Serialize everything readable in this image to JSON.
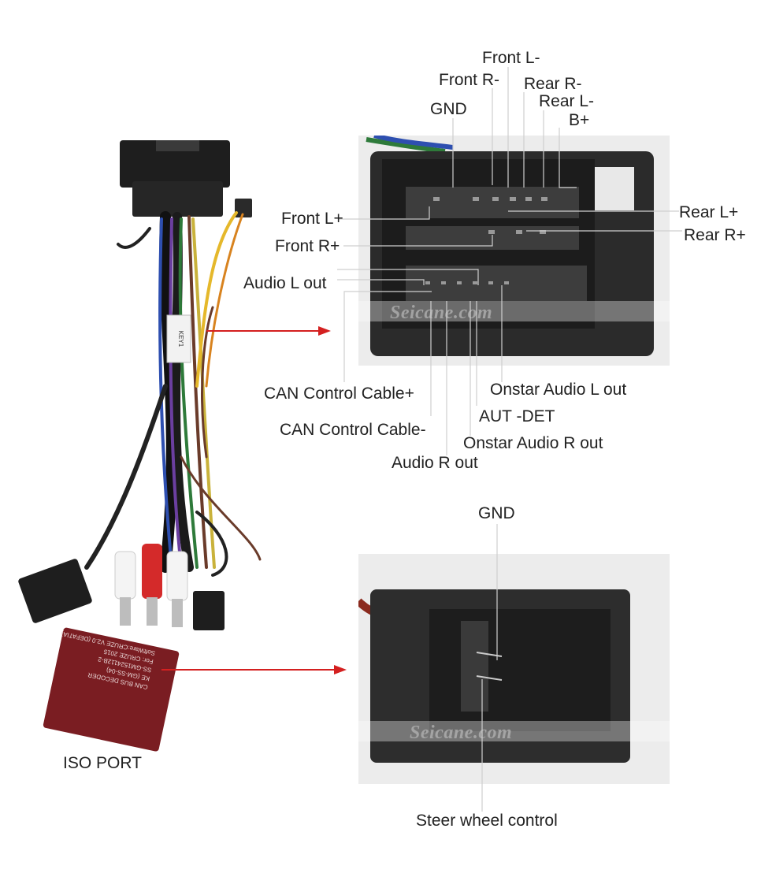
{
  "watermark": "Seicane.com",
  "harness_label": "ISO PORT",
  "tag_text": "KEY1",
  "decoder_box_lines": [
    "CAN BUS DECODER",
    "KE (GM-SS-04)",
    "SS-GM1524112B-2",
    "For: CRUZE  2015",
    "SoftWare:CRUZE V2.0 (DEFATIA)"
  ],
  "main_connector_labels": {
    "front_l_minus": "Front L-",
    "front_r_minus": "Front R-",
    "rear_r_minus": "Rear R-",
    "rear_l_minus": "Rear L-",
    "gnd": "GND",
    "b_plus": "B+",
    "front_l_plus": "Front L+",
    "rear_l_plus": "Rear L+",
    "front_r_plus": "Front R+",
    "rear_r_plus": "Rear R+",
    "audio_l_out": "Audio L out",
    "can_control_plus": "CAN Control Cable+",
    "onstar_audio_l": "Onstar Audio L out",
    "aut_det": "AUT -DET",
    "can_control_minus": "CAN Control Cable-",
    "onstar_audio_r": "Onstar Audio R out",
    "audio_r_out": "Audio R out"
  },
  "steer_connector_labels": {
    "gnd": "GND",
    "steer_wheel_control": "Steer wheel control"
  },
  "colors": {
    "arrow": "#d42020",
    "connector_body": "#2b2b2b",
    "decoder_box": "#7a1d22"
  }
}
